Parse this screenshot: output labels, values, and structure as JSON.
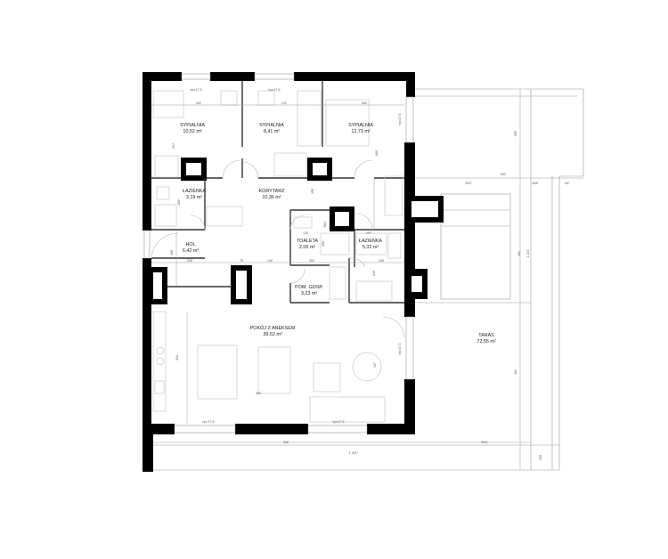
{
  "rooms": {
    "sypialnia1": {
      "name": "SYPIALNIA",
      "area": "10,52 m²"
    },
    "sypialnia2": {
      "name": "SYPIALNIA",
      "area": "8,41 m²"
    },
    "sypialnia3": {
      "name": "SYPIALNIA",
      "area": "12,73 m²"
    },
    "lazienka1": {
      "name": "ŁAZIENKA",
      "area": "3,19 m²"
    },
    "korytarz": {
      "name": "KORYTARZ",
      "area": "10,36 m²"
    },
    "toaleta": {
      "name": "TOALETA",
      "area": "2,06 m²"
    },
    "lazienka2": {
      "name": "ŁAZIENKA",
      "area": "5,32 m²"
    },
    "hol": {
      "name": "HOL",
      "area": "6,42 m²"
    },
    "pom_gosp": {
      "name": "POM. GOSP.",
      "area": "3,23 m²"
    },
    "pokoj": {
      "name": "POKÓJ Z ANEKSEM",
      "area": "39,52 m²"
    },
    "taras": {
      "name": "TARAS",
      "area": "72,55 m²"
    }
  },
  "dimensions": {
    "d_332": "332",
    "d_211": "211",
    "d_380": "380",
    "d_hp_a": "hp=17,5",
    "d_hp_b": "hp=17,5",
    "d_hp_c": "hp=17,5",
    "d_hp_d": "hp=17,5",
    "d_hp_e": "hp=17,5",
    "d_hp_f": "hp=17,5",
    "d_317": "317",
    "d_600": "600",
    "d_905": "905",
    "d_693": "693",
    "d_202": "202*",
    "d_108": "108*",
    "d_64": "64*",
    "d_195a": "195",
    "d_192": "192*",
    "d_158": "158*",
    "d_133": "133",
    "d_257": "257",
    "d_250": "250",
    "d_305": "305",
    "d_284": "284",
    "d_1243": "1 243",
    "d_230a": "230",
    "d_70": "70",
    "d_140": "140",
    "d_200": "200",
    "d_130": "130",
    "d_240": "240",
    "d_403": "403",
    "d_380b": "380",
    "d_437": "437",
    "d_464": "464",
    "d_930": "930",
    "d_491": "491*",
    "d_1421": "1 421*",
    "d_155": "155"
  }
}
